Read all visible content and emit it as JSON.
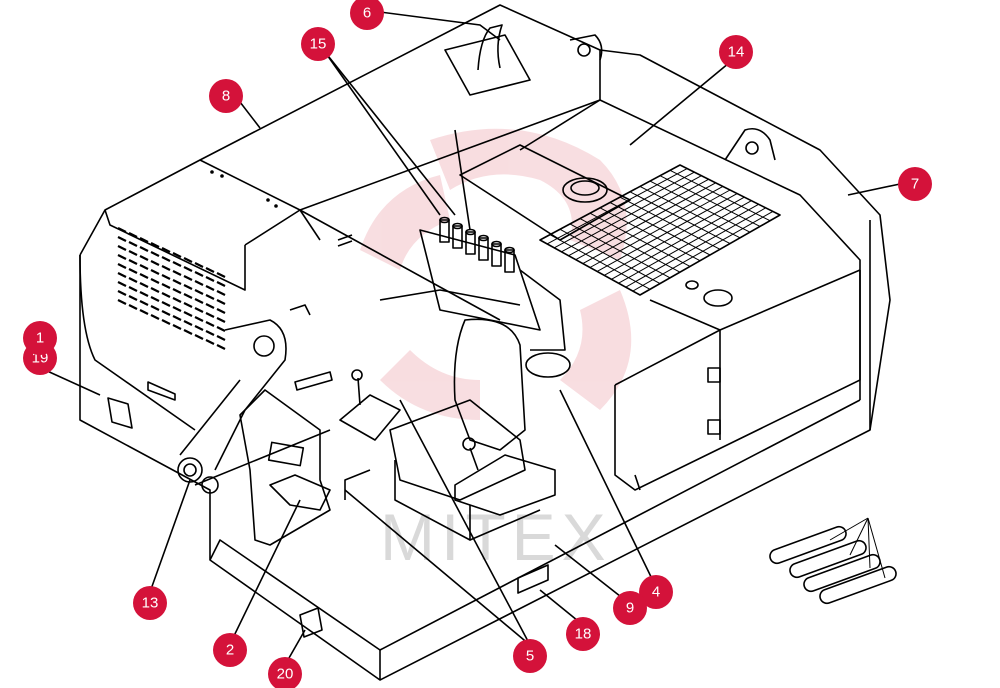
{
  "watermark": {
    "text": "MITEX",
    "color": "#f3c2c8"
  },
  "accent_color": "#d4123a",
  "callouts": [
    {
      "id": "c1",
      "label": "1"
    },
    {
      "id": "c2",
      "label": "2"
    },
    {
      "id": "c4",
      "label": "4"
    },
    {
      "id": "c5",
      "label": "5"
    },
    {
      "id": "c6",
      "label": "6"
    },
    {
      "id": "c7",
      "label": "7"
    },
    {
      "id": "c8",
      "label": "8"
    },
    {
      "id": "c9",
      "label": "9"
    },
    {
      "id": "c13",
      "label": "13"
    },
    {
      "id": "c14",
      "label": "14"
    },
    {
      "id": "c15",
      "label": "15"
    },
    {
      "id": "c18",
      "label": "18"
    },
    {
      "id": "c19",
      "label": "19"
    },
    {
      "id": "c20",
      "label": "20"
    }
  ]
}
